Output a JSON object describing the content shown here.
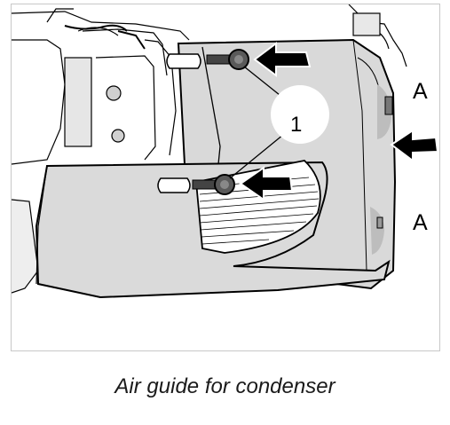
{
  "figure": {
    "callout_number": "1",
    "side_label_top": "A",
    "side_label_bottom": "A",
    "caption": "Air guide for condenser"
  }
}
